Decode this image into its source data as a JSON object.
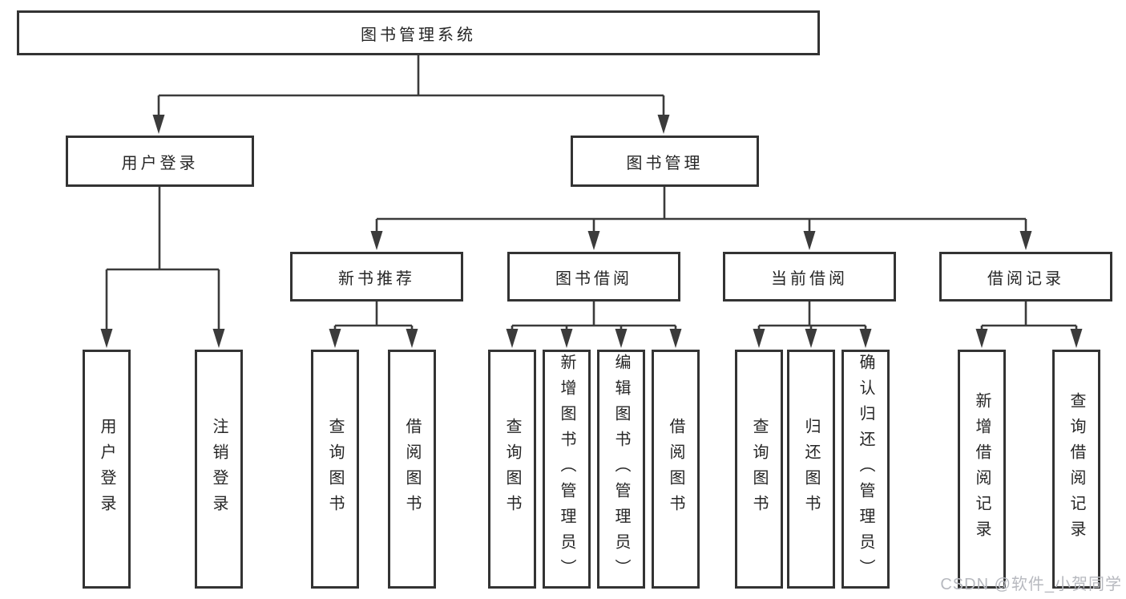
{
  "tree": {
    "root": {
      "label": "图书管理系统"
    },
    "branches": [
      {
        "label": "用户登录",
        "leaves": [
          {
            "label": "用户登录"
          },
          {
            "label": "注销登录"
          }
        ]
      },
      {
        "label": "图书管理",
        "groups": [
          {
            "label": "新书推荐",
            "leaves": [
              {
                "label": "查询图书"
              },
              {
                "label": "借阅图书"
              }
            ]
          },
          {
            "label": "图书借阅",
            "leaves": [
              {
                "label": "查询图书"
              },
              {
                "label": "新增图书（管理员）"
              },
              {
                "label": "编辑图书（管理员）"
              },
              {
                "label": "借阅图书"
              }
            ]
          },
          {
            "label": "当前借阅",
            "leaves": [
              {
                "label": "查询图书"
              },
              {
                "label": "归还图书"
              },
              {
                "label": "确认归还（管理员）"
              }
            ]
          },
          {
            "label": "借阅记录",
            "leaves": [
              {
                "label": "新增借阅记录"
              },
              {
                "label": "查询借阅记录"
              }
            ]
          }
        ]
      }
    ]
  },
  "watermark": {
    "text": "CSDN @软件_小贺同学"
  },
  "colors": {
    "background": "#ffffff",
    "line": "#3b3b3b",
    "box_border": "#333333",
    "box_fill": "#ffffff",
    "text": "#262626",
    "watermark": "#b7b9bf"
  }
}
